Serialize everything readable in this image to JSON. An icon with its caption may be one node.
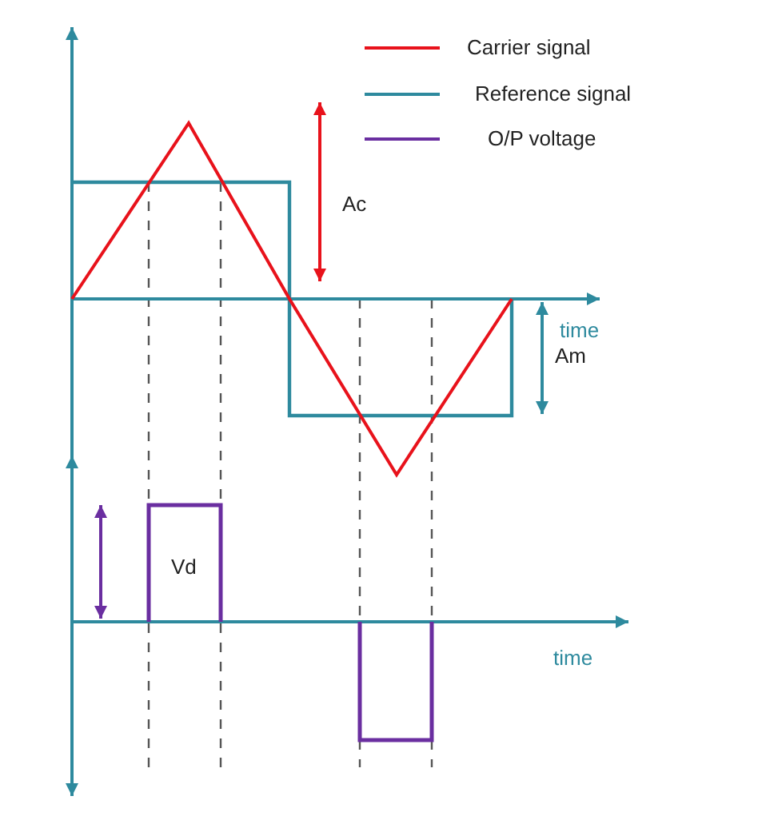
{
  "diagram": {
    "labels": [
      "Ac",
      "time",
      "Am",
      "Vd",
      "time"
    ],
    "legend": [
      {
        "text": "Carrier signal"
      },
      {
        "text": "Reference signal"
      },
      {
        "text": "O/P voltage"
      }
    ]
  }
}
